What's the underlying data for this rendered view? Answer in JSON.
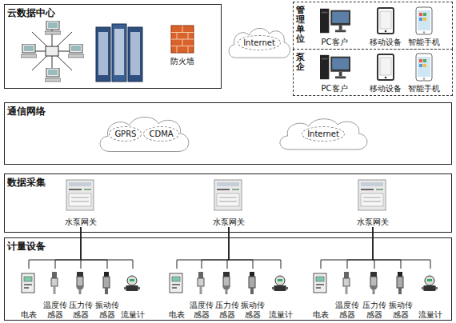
{
  "diagram": {
    "nodes": [
      {
        "text": [
          "云数据中心"
        ]
      },
      {
        "text": [
          "Internet"
        ]
      },
      {
        "text": [
          "管理单位"
        ]
      },
      {
        "text": [
          "泵企"
        ]
      },
      {
        "text": [
          "通信网络"
        ]
      },
      {
        "text": [
          "GPRS",
          "CDMA"
        ],
        "in": 4
      },
      {
        "text": [
          "Internet"
        ],
        "in": 4
      },
      {
        "text": [
          "数据采集"
        ]
      },
      {
        "text": [
          "水泵网关"
        ],
        "in": 7
      },
      {
        "text": [
          "水泵网关"
        ],
        "in": 7
      },
      {
        "text": [
          "水泵网关"
        ],
        "in": 7
      },
      {
        "text": [
          "计量设备"
        ]
      },
      {
        "text": [
          "电表"
        ],
        "in": 11
      },
      {
        "text": [
          "温度传感器"
        ],
        "in": 11
      },
      {
        "text": [
          "压力传感器"
        ],
        "in": 11
      },
      {
        "text": [
          "振动传感器"
        ],
        "in": 11
      },
      {
        "text": [
          "流量计"
        ],
        "in": 11
      },
      {
        "text": [
          "电表"
        ],
        "in": 11
      },
      {
        "text": [
          "温度传感器"
        ],
        "in": 11
      },
      {
        "text": [
          "压力传感器"
        ],
        "in": 11
      },
      {
        "text": [
          "振动传感器"
        ],
        "in": 11
      },
      {
        "text": [
          "流量计"
        ],
        "in": 11
      },
      {
        "text": [
          "电表"
        ],
        "in": 11
      },
      {
        "text": [
          "温度传感器"
        ],
        "in": 11
      },
      {
        "text": [
          "压力传感器"
        ],
        "in": 11
      },
      {
        "text": [
          "振动传感器"
        ],
        "in": 11
      },
      {
        "text": [
          "流量计"
        ],
        "in": 11
      }
    ],
    "edges": [
      {
        "from": 8,
        "to": 12,
        "arrow": "none"
      },
      {
        "from": 8,
        "to": 13,
        "arrow": "none"
      },
      {
        "from": 8,
        "to": 14,
        "arrow": "none"
      },
      {
        "from": 8,
        "to": 15,
        "arrow": "none"
      },
      {
        "from": 8,
        "to": 16,
        "arrow": "none"
      },
      {
        "from": 9,
        "to": 17,
        "arrow": "none"
      },
      {
        "from": 9,
        "to": 18,
        "arrow": "none"
      },
      {
        "from": 9,
        "to": 19,
        "arrow": "none"
      },
      {
        "from": 9,
        "to": 20,
        "arrow": "none"
      },
      {
        "from": 9,
        "to": 21,
        "arrow": "none"
      },
      {
        "from": 10,
        "to": 22,
        "arrow": "none"
      },
      {
        "from": 10,
        "to": 23,
        "arrow": "none"
      },
      {
        "from": 10,
        "to": 24,
        "arrow": "none"
      },
      {
        "from": 10,
        "to": 25,
        "arrow": "none"
      },
      {
        "from": 10,
        "to": 26,
        "arrow": "none"
      }
    ],
    "labels": [
      "防火墙",
      "PC客户",
      "移动设备",
      "智能手机",
      "PC客户",
      "移动设备",
      "智能手机"
    ]
  }
}
